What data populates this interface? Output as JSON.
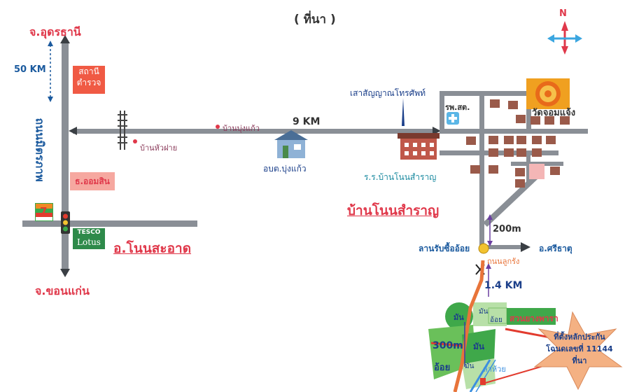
{
  "title": "( ที่นา )",
  "compass": {
    "north_label": "N"
  },
  "labels": {
    "udon": "จ.อุดรธานี",
    "dist_50km": "50 KM",
    "police_station": "สถานี\nตำรวจ",
    "mittraphap_road": "ถนนมิตรภาพ",
    "bank": "ธ.ออมสิน",
    "village_bung_kaeo": "บ้านบุ่งแก้ว",
    "village_hua_fai": "บ้านหัวฝาย",
    "dist_9km": "9 KM",
    "sao": "อบต.บุ่งแก้ว",
    "phone_tower": "เสาสัญญาณโทรศัพท์",
    "school": "ร.ร.บ้านโนนสำราญ",
    "health_center": "รพ.สต.",
    "temple": "วัดจอมแจ้ง",
    "village_main": "บ้านโนนสำราญ",
    "district_main": "อ.โนนสะอาด",
    "khon_kaen": "จ.ขอนแก่น",
    "seven_eleven": "7 ELEVEN",
    "tesco_line1": "TESCO",
    "tesco_line2": "Lotus",
    "dist_200m": "200m",
    "cassava_yard": "ลานรับซื้ออ้อย",
    "si_that": "อ.ศรีธาตุ",
    "luk_rang_road": "ถนนลูกรัง",
    "dist_1_4km": "1.4 KM",
    "cassava": "มัน",
    "sugarcane": "อ้อย",
    "rubber_garden": "สวนยางพารา",
    "dist_300m": "300m",
    "stream": "ลำห้วย",
    "plot_line1": "ที่ตั้งหลักประกัน",
    "plot_line2": "โฉนดเลขที่ 11144",
    "plot_line3": "ที่นา"
  },
  "colors": {
    "road": "#8a8f96",
    "arrow": "#3a3f44",
    "red_text": "#e0384a",
    "blue_text": "#1b5a9e",
    "badge": "#f05a44",
    "field_green": "#3fa84a",
    "field_light": "#b8e0a8",
    "dirt_road": "#e8743a",
    "plot_star": "#f4b183",
    "temple_orange": "#f0a020"
  }
}
